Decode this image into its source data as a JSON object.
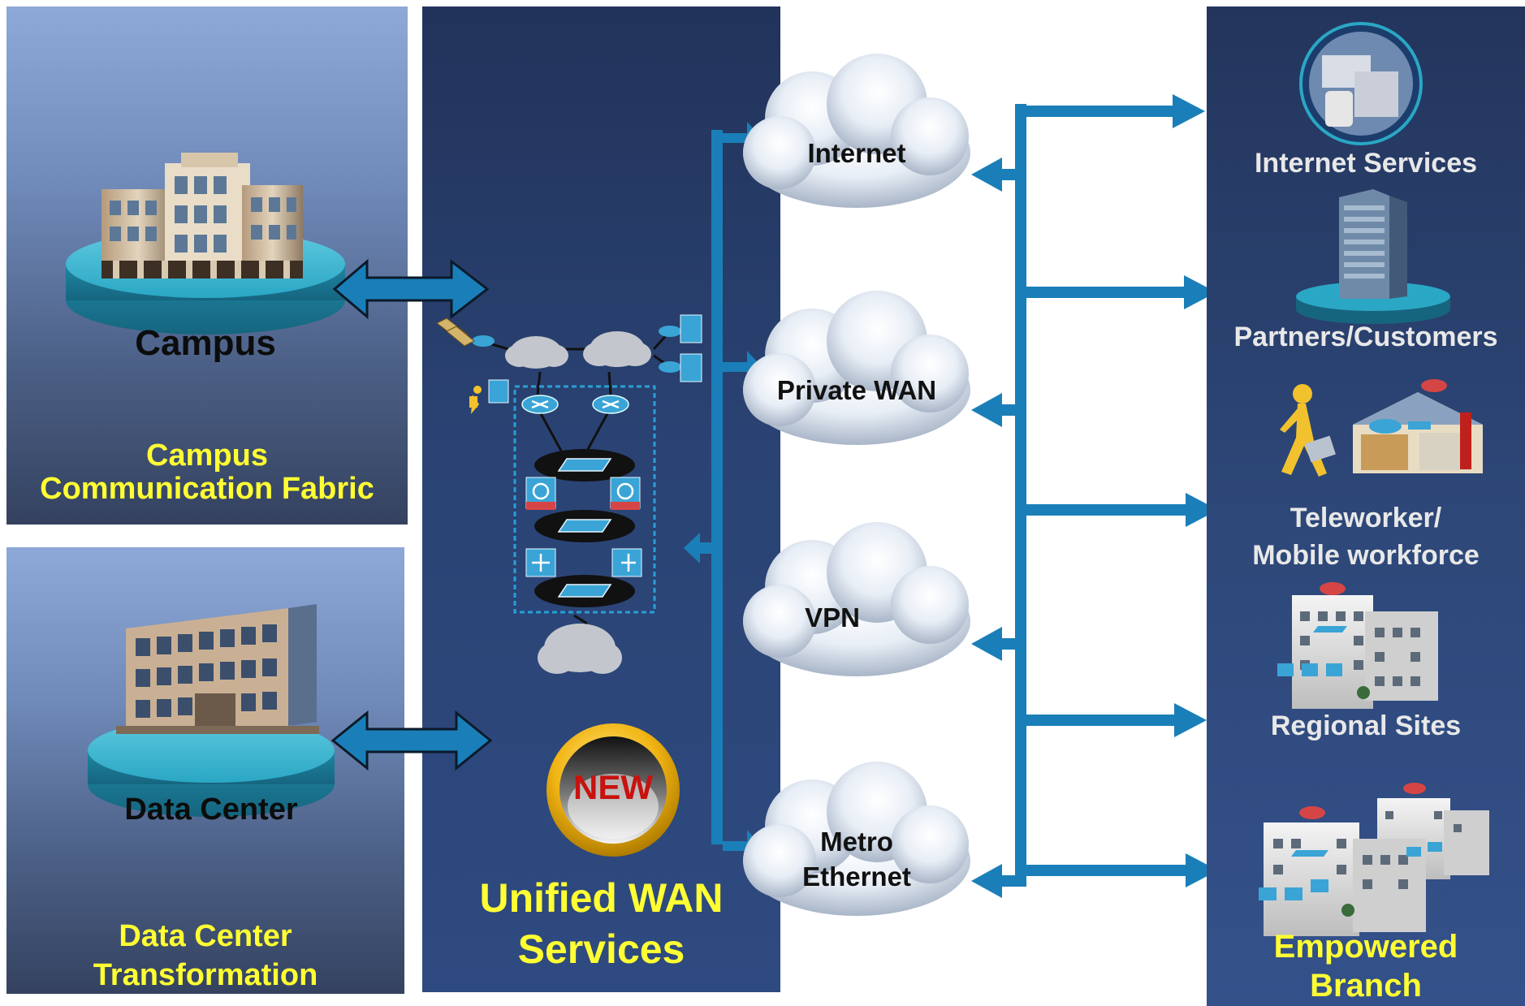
{
  "campus": {
    "platform_label": "Campus",
    "caption_line1": "Campus",
    "caption_line2": "Communication Fabric"
  },
  "data_center": {
    "platform_label": "Data Center",
    "caption_line1": "Data Center",
    "caption_line2": "Transformation"
  },
  "wan": {
    "badge": "NEW",
    "title_line1": "Unified WAN",
    "title_line2": "Services"
  },
  "clouds": [
    {
      "line1": "Internet",
      "line2": ""
    },
    {
      "line1": "Private WAN",
      "line2": ""
    },
    {
      "line1": "VPN",
      "line2": ""
    },
    {
      "line1": "Metro",
      "line2": "Ethernet"
    }
  ],
  "destinations": [
    {
      "label_line1": "Internet Services",
      "label_line2": ""
    },
    {
      "label_line1": "Partners/Customers",
      "label_line2": ""
    },
    {
      "label_line1": "Teleworker/",
      "label_line2": "Mobile workforce"
    },
    {
      "label_line1": "Regional Sites",
      "label_line2": ""
    },
    {
      "label_line1": "Empowered",
      "label_line2": "Branch"
    }
  ],
  "colors": {
    "arrow_blue": "#1a7fb8",
    "caption_yellow": "#ffff33",
    "platform_teal": "#2aa7c4",
    "badge_gold": "#f1b413",
    "badge_red": "#c8120f"
  }
}
